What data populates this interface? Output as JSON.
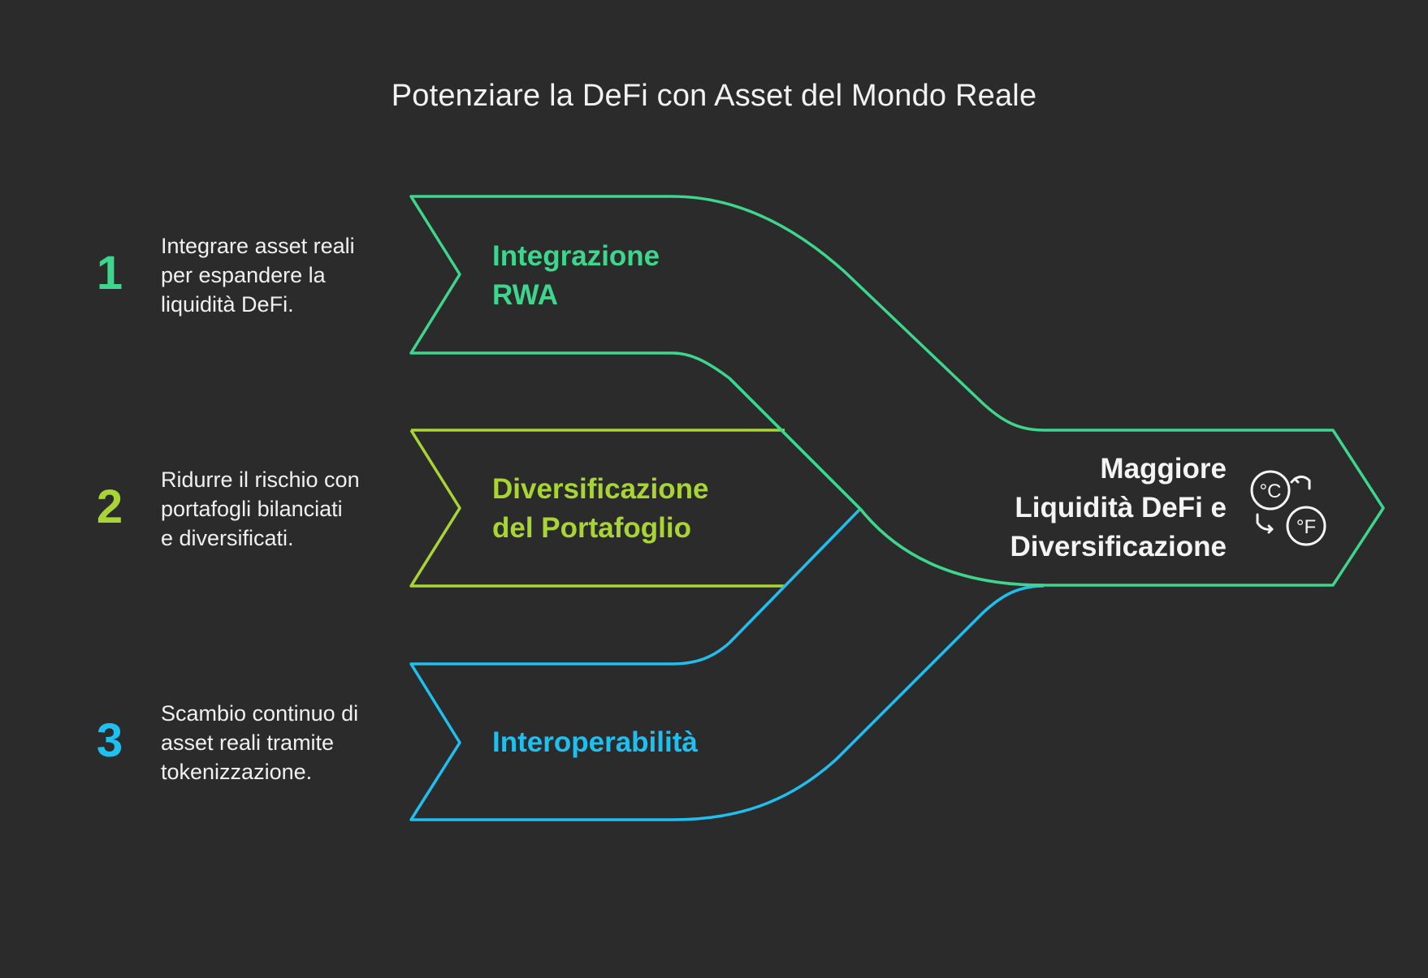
{
  "title": "Potenziare la DeFi con Asset del Mondo Reale",
  "colors": {
    "background": "#2b2b2b",
    "step1": "#3dd68c",
    "step2": "#a8d534",
    "step3": "#1fbff0",
    "output_text": "#f4f4f4"
  },
  "steps": [
    {
      "number": "1",
      "label_line1": "Integrazione",
      "label_line2": "RWA",
      "description_lines": [
        "Integrare asset reali",
        "per espandere la",
        "liquidità DeFi."
      ]
    },
    {
      "number": "2",
      "label_line1": "Diversificazione",
      "label_line2": "del Portafoglio",
      "description_lines": [
        "Ridurre il rischio con",
        "portafogli bilanciati",
        "e diversificati."
      ]
    },
    {
      "number": "3",
      "label_line1": "Interoperabilità",
      "description_lines": [
        "Scambio continuo di",
        "asset reali tramite",
        "tokenizzazione."
      ]
    }
  ],
  "output": {
    "label_lines": [
      "Maggiore",
      "Liquidità DeFi e",
      "Diversificazione"
    ],
    "icon": "celsius-fahrenheit-convert-icon",
    "icon_text_c": "°C",
    "icon_text_f": "°F"
  }
}
